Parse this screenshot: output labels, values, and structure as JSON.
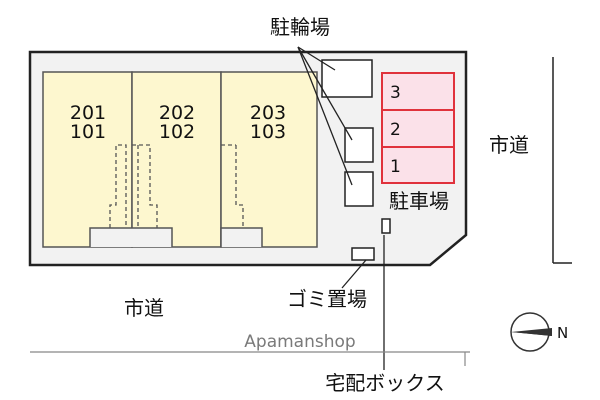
{
  "units": [
    {
      "upper": "201",
      "lower": "101"
    },
    {
      "upper": "202",
      "lower": "102"
    },
    {
      "upper": "203",
      "lower": "103"
    }
  ],
  "parking_spaces": [
    "3",
    "2",
    "1"
  ],
  "labels": {
    "bicycle_parking": "駐輪場",
    "car_parking": "駐車場",
    "garbage": "ゴミ置場",
    "delivery_box": "宅配ボックス",
    "road_east": "市道",
    "road_south": "市道",
    "watermark": "Apamanshop",
    "north_mark": "N"
  },
  "colors": {
    "unit_fill": "#fdf7cf",
    "parking_fill": "#fbe1e9",
    "parking_border": "#e0323c",
    "lot_fill": "#f2f2f2"
  }
}
